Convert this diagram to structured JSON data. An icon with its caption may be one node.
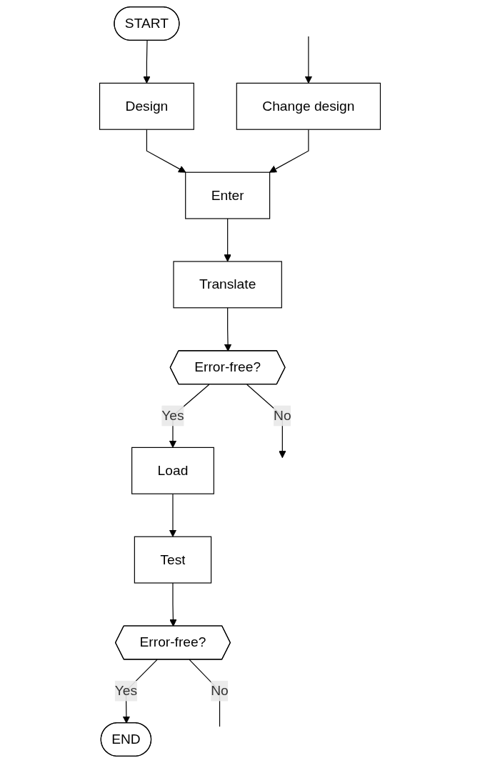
{
  "diagram": {
    "nodes": [
      {
        "text": [
          "START"
        ]
      },
      {
        "text": [
          "Design"
        ]
      },
      {
        "text": [
          "Change design"
        ]
      },
      {
        "text": [
          "Enter"
        ]
      },
      {
        "text": [
          "Translate"
        ]
      },
      {
        "text": [
          "Error-free?"
        ]
      },
      {
        "text": [
          "Load"
        ]
      },
      {
        "text": [
          "Test"
        ]
      },
      {
        "text": [
          "Error-free?"
        ]
      },
      {
        "text": [
          "END"
        ]
      }
    ],
    "edges": [
      {
        "from": 0,
        "to": 1,
        "arrow": "to"
      },
      {
        "from": null,
        "to": 2,
        "arrow": "to"
      },
      {
        "from": 1,
        "to": 3,
        "arrow": "to"
      },
      {
        "from": 2,
        "to": 3,
        "arrow": "to"
      },
      {
        "from": 3,
        "to": 4,
        "arrow": "to"
      },
      {
        "from": 4,
        "to": 5,
        "arrow": "to"
      },
      {
        "from": 5,
        "to": 6,
        "label": "Yes",
        "arrow": "to"
      },
      {
        "from": 5,
        "to": null,
        "label": "No",
        "arrow": "to"
      },
      {
        "from": 6,
        "to": 7,
        "arrow": "to"
      },
      {
        "from": 7,
        "to": 8,
        "arrow": "to"
      },
      {
        "from": 8,
        "to": 9,
        "label": "Yes",
        "arrow": "to"
      },
      {
        "from": 8,
        "to": null,
        "label": "No",
        "arrow": "none"
      }
    ]
  }
}
